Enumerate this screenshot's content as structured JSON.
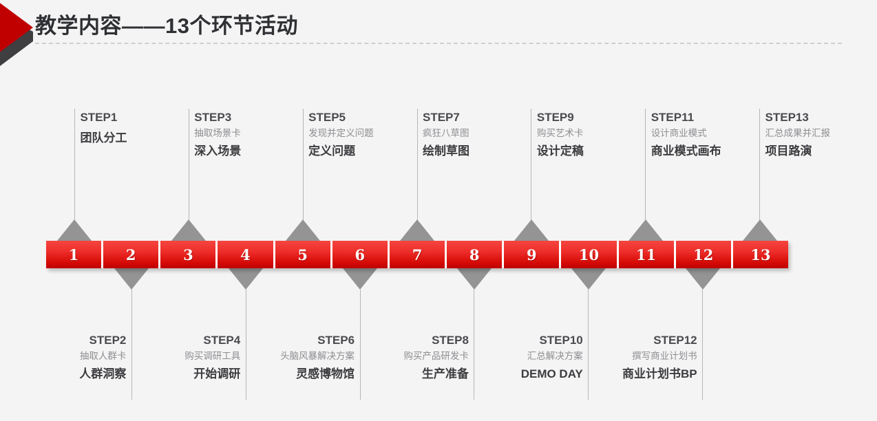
{
  "header": {
    "title": "教学内容——13个环节活动",
    "decoration_icon": "red-chevron-arrow-icon",
    "accent_color": "#C00000",
    "shadow_color": "#3F3F42"
  },
  "timeline": {
    "bar_color_top": "#F4453F",
    "bar_color_bottom": "#BD0000",
    "divider_color": "#FFFFFF",
    "marker_color": "#949494",
    "stem_color": "#B6B6B6",
    "segments": [
      {
        "number": "1"
      },
      {
        "number": "2"
      },
      {
        "number": "3"
      },
      {
        "number": "4"
      },
      {
        "number": "5"
      },
      {
        "number": "6"
      },
      {
        "number": "7"
      },
      {
        "number": "8"
      },
      {
        "number": "9"
      },
      {
        "number": "10"
      },
      {
        "number": "11"
      },
      {
        "number": "12"
      },
      {
        "number": "13"
      }
    ],
    "steps_top": [
      {
        "step": "STEP1",
        "subtitle": "",
        "name": "团队分工"
      },
      {
        "step": "STEP3",
        "subtitle": "抽取场景卡",
        "name": "深入场景"
      },
      {
        "step": "STEP5",
        "subtitle": "发现并定义问题",
        "name": "定义问题"
      },
      {
        "step": "STEP7",
        "subtitle": "疯狂八草图",
        "name": "绘制草图"
      },
      {
        "step": "STEP9",
        "subtitle": "购买艺术卡",
        "name": "设计定稿"
      },
      {
        "step": "STEP11",
        "subtitle": "设计商业模式",
        "name": "商业模式画布"
      },
      {
        "step": "STEP13",
        "subtitle": "汇总成果并汇报",
        "name": "项目路演"
      }
    ],
    "steps_bottom": [
      {
        "step": "STEP2",
        "subtitle": "抽取人群卡",
        "name": "人群洞察"
      },
      {
        "step": "STEP4",
        "subtitle": "购买调研工具",
        "name": "开始调研"
      },
      {
        "step": "STEP6",
        "subtitle": "头脑风暴解决方案",
        "name": "灵感博物馆"
      },
      {
        "step": "STEP8",
        "subtitle": "购买产品研发卡",
        "name": "生产准备"
      },
      {
        "step": "STEP10",
        "subtitle": "汇总解决方案",
        "name": "DEMO DAY"
      },
      {
        "step": "STEP12",
        "subtitle": "撰写商业计划书",
        "name": "商业计划书BP"
      }
    ]
  }
}
